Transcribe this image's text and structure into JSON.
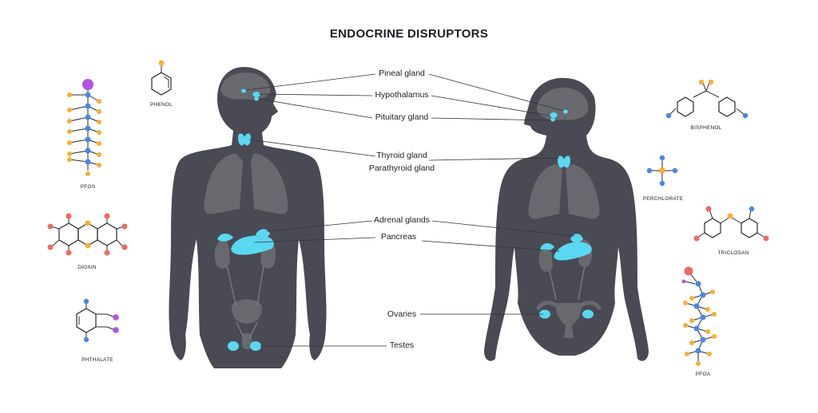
{
  "title": "ENDOCRINE DISRUPTORS",
  "colors": {
    "body": "#4a4a54",
    "organ": "#68686f",
    "gland": "#5ad8f2",
    "leader": "#333338",
    "bond": "#2a2a2e",
    "atom_blue": "#4a86e6",
    "atom_orange": "#f5b035",
    "atom_red": "#ec6a6a",
    "atom_purple": "#b055e6"
  },
  "glands": [
    "Pineal gland",
    "Hypothalamus",
    "Pituitary gland",
    "Thyroid gland",
    "Parathyroid gland",
    "Adrenal glands",
    "Pancreas",
    "Ovaries",
    "Testes"
  ],
  "chemicals": [
    "PFOS",
    "PHENOL",
    "DIOXIN",
    "PHTHALATE",
    "BISPHENOL",
    "PERCHLORATE",
    "TRICLOSAN",
    "PFOA"
  ]
}
